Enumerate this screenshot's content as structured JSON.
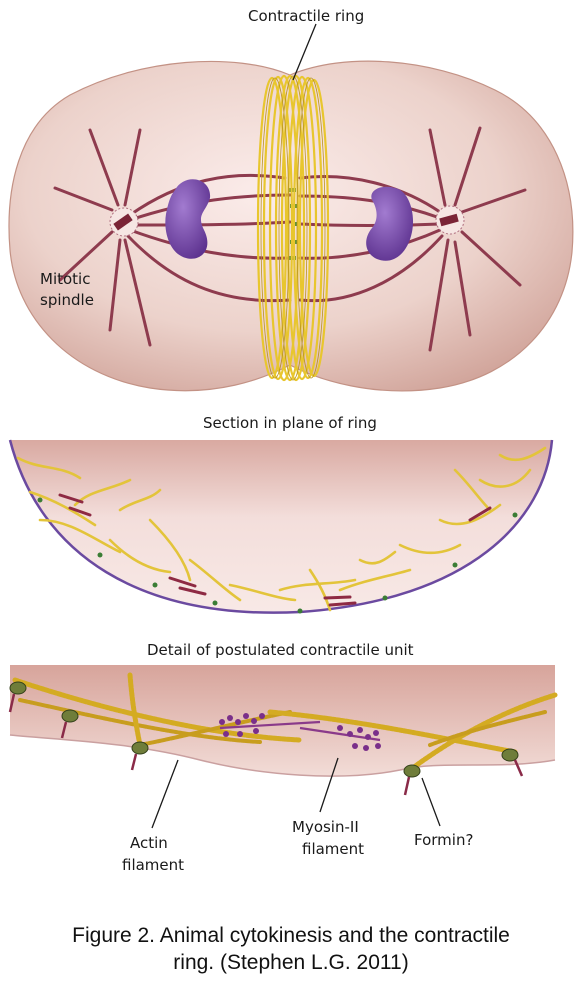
{
  "panels": {
    "cell": {
      "label_contractile_ring": "Contractile ring",
      "label_mitotic_spindle_line1": "Mitotic",
      "label_mitotic_spindle_line2": "spindle"
    },
    "section": {
      "title": "Section in plane of ring"
    },
    "detail": {
      "title": "Detail of postulated contractile unit",
      "label_actin_line1": "Actin",
      "label_actin_line2": "filament",
      "label_myosin_line1": "Myosin-II",
      "label_myosin_line2": "filament",
      "label_formin": "Formin?"
    }
  },
  "caption": {
    "line1": "Figure 2. Animal cytokinesis and the contractile",
    "line2": "ring. (Stephen L.G. 2011)"
  },
  "colors": {
    "cell_fill": "#ead0c8",
    "cell_edge": "#c99a8c",
    "nucleus": "#7b4fa8",
    "spindle": "#8e3b4e",
    "ring": "#e8c62e",
    "actin": "#d9b62c",
    "myosin": "#8a3a8a",
    "membrane": "#6b4aa0"
  }
}
